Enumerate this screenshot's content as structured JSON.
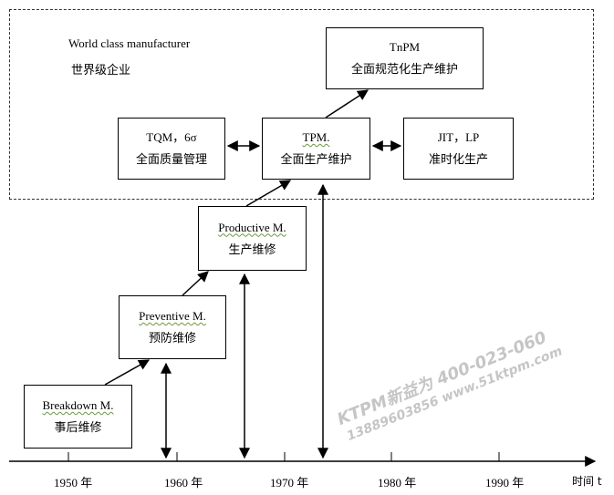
{
  "region": {
    "label_en": "World class manufacturer",
    "label_zh": "世界级企业"
  },
  "stages": {
    "breakdown": {
      "title": "Breakdown M.",
      "subtitle": "事后维修"
    },
    "preventive": {
      "title": "Preventive M.",
      "subtitle": "预防维修"
    },
    "productive": {
      "title": "Productive M.",
      "subtitle": "生产维修"
    },
    "tpm": {
      "title": "TPM.",
      "subtitle": "全面生产维护"
    },
    "tnpm": {
      "title": "TnPM",
      "subtitle": "全面规范化生产维护"
    },
    "tqm": {
      "title": "TQM，6σ",
      "subtitle": "全面质量管理"
    },
    "jit": {
      "title": "JIT，LP",
      "subtitle": "准时化生产"
    }
  },
  "axis": {
    "ticks": [
      "1950 年",
      "1960 年",
      "1970 年",
      "1980 年",
      "1990 年"
    ],
    "label": "时间 t"
  },
  "watermark": {
    "line1": "KTPM新益为 400-023-060",
    "line2": "13889603856 www.51ktpm.com"
  },
  "colors": {
    "line": "#000000",
    "squiggle": "#6a9a3a",
    "watermark": "#969696"
  }
}
